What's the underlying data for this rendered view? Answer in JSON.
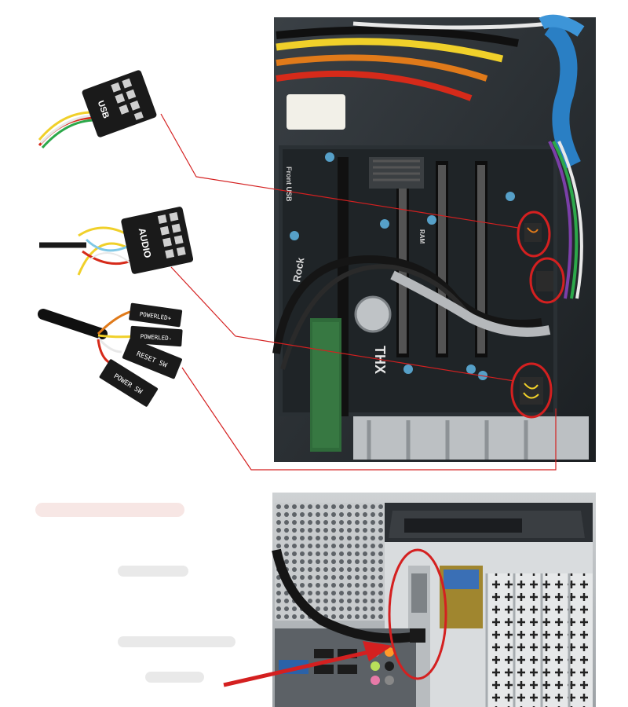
{
  "connectors": {
    "usb": "USB",
    "audio": "AUDIO",
    "power_led_plus": "POWERLED+",
    "power_led_minus": "POWERLED-",
    "reset_sw": "RESET SW",
    "power_sw": "POWER SW"
  },
  "board": {
    "label_front_usb": "Front USB",
    "label_thx": "THX",
    "label_ram": "RAM",
    "label_rock": "Rock"
  },
  "colors": {
    "annotation": "#d42020",
    "connector_body": "#1a1a1a",
    "board_dark": "#1f2427"
  }
}
